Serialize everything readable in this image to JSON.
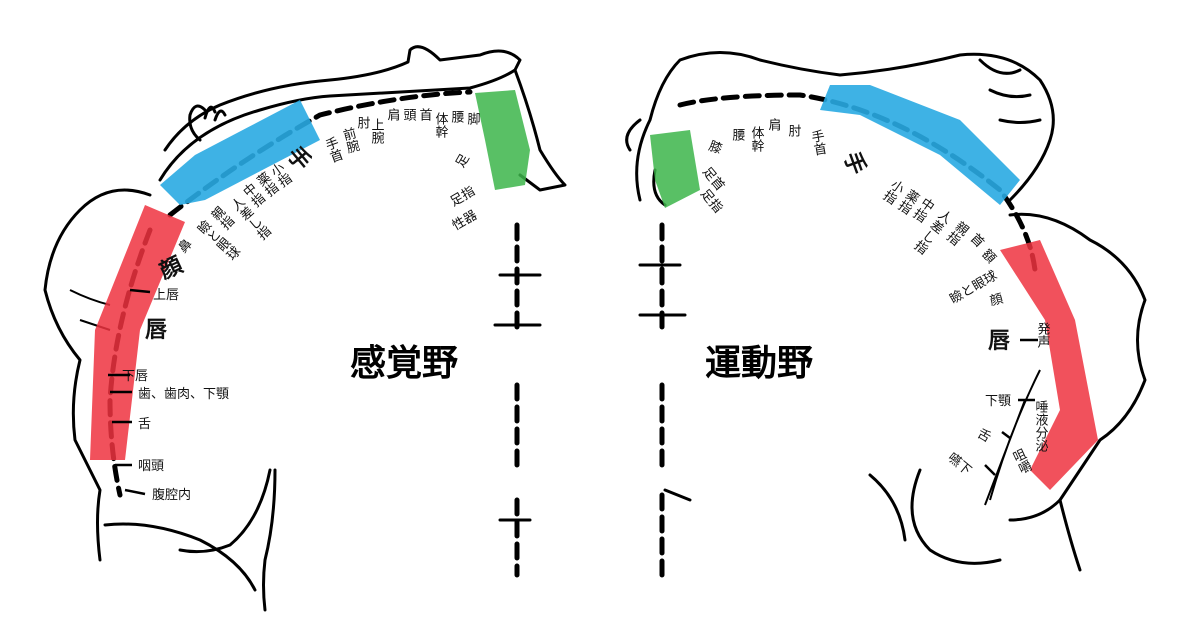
{
  "colors": {
    "hand": "#29aae2",
    "face": "#ef3340",
    "foot": "#3cb54a"
  },
  "sensory": {
    "title": "感覚野",
    "labels": {
      "wrist": "手首",
      "forearm": "前腕",
      "elbow": "肘",
      "upper_arm": "上腕",
      "shoulder": "肩",
      "head": "頭",
      "neck": "首",
      "trunk": "体幹",
      "hip": "腰",
      "leg": "脚",
      "foot": "足",
      "toes": "足指",
      "genitals": "性器",
      "hand": "手",
      "little_finger": "小指",
      "ring_finger": "薬指",
      "middle_finger": "中指",
      "index_finger": "人差し指",
      "thumb": "親指",
      "eye": "瞼と眼球",
      "nose": "鼻",
      "face": "顔",
      "upper_lip": "上唇",
      "lips": "唇",
      "lower_lip": "下唇",
      "teeth": "歯、歯肉、下顎",
      "tongue": "舌",
      "pharynx": "咽頭",
      "intra_abdominal": "腹腔内"
    }
  },
  "motor": {
    "title": "運動野",
    "labels": {
      "ankle": "足首",
      "toes": "足指",
      "knee": "膝",
      "hip": "腰",
      "trunk": "体幹",
      "shoulder": "肩",
      "elbow": "肘",
      "wrist": "手首",
      "hand": "手",
      "little_finger": "小指",
      "ring_finger": "薬指",
      "middle_finger": "中指",
      "index_finger": "人差し指",
      "thumb": "親指",
      "neck": "首",
      "brow": "額",
      "eye": "瞼と眼球",
      "face": "顔",
      "lips": "唇",
      "vocalization": "発声",
      "jaw": "下顎",
      "salivation": "唾液分泌",
      "tongue": "舌",
      "mastication": "咀嚼",
      "swallowing": "嚥下"
    }
  }
}
